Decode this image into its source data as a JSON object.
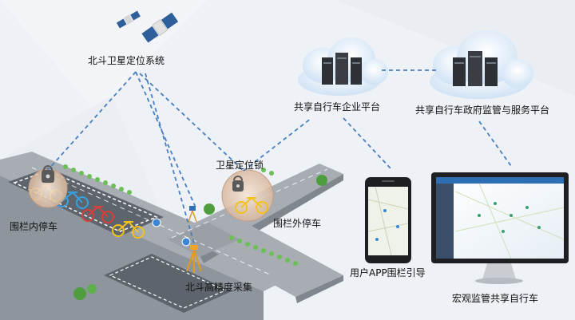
{
  "labels": {
    "beidou_system": "北斗卫星定位系统",
    "enterprise_platform": "共享自行车企业平台",
    "gov_platform": "共享自行车政府监管与服务平台",
    "satellite_lock": "卫星定位锁",
    "fence_inside": "围栏内停车",
    "fence_outside": "围栏外停车",
    "beidou_collect": "北斗高精度采集",
    "app_guide": "用户APP围栏引导",
    "macro_monitor": "宏观监管共享自行车"
  },
  "colors": {
    "background": "#eef1f5",
    "road": "#8e959c",
    "road_top": "#a7adb3",
    "parking_zone": "#5d646b",
    "dashed_link": "#4a7fbf",
    "cloud": "#dbe9f7",
    "server": "#2d3035",
    "bike_yellow": "#f3c21b",
    "bike_blue": "#3aa0e0",
    "bike_red": "#d9403a",
    "tree": "#5fb04a"
  },
  "icons": [
    "satellite-icon",
    "server-icon",
    "cloud-icon",
    "bicycle-icon",
    "lock-icon",
    "smartphone-icon",
    "monitor-icon",
    "tree-icon",
    "parking-marker-icon",
    "survey-tripod-icon"
  ]
}
